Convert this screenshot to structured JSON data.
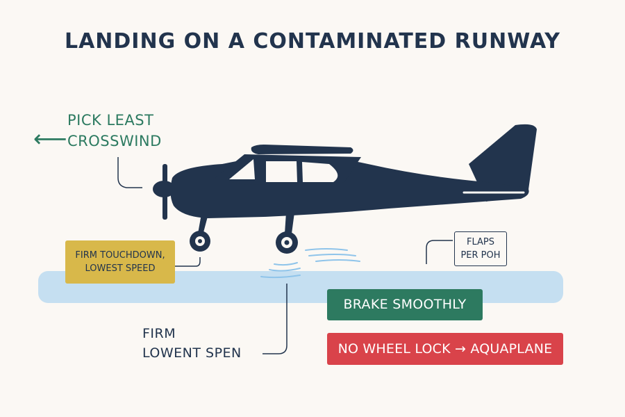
{
  "title": "LANDING ON A CONTAMINATED RUNWAY",
  "crosswind": {
    "line1": "PICK LEAST",
    "line2": "CROSSWIND",
    "icon": "arrow-left-icon"
  },
  "touchdown": {
    "line1": "FIRM TOUCHDOWN,",
    "line2": "LOWEST SPEED"
  },
  "flaps": {
    "line1": "FLAPS",
    "line2": "PER POH"
  },
  "firm_label": {
    "line1": "FIRM",
    "line2": "LOWENT SPEN"
  },
  "brake": "BRAKE SMOOTHLY",
  "no_wheel_lock": "NO WHEEL LOCK → AQUAPLANE",
  "colors": {
    "navy": "#22344d",
    "green": "#2d7a60",
    "yellow": "#d8b84a",
    "red": "#d9434a",
    "water": "#c5dff1",
    "background": "#fbf8f4"
  }
}
